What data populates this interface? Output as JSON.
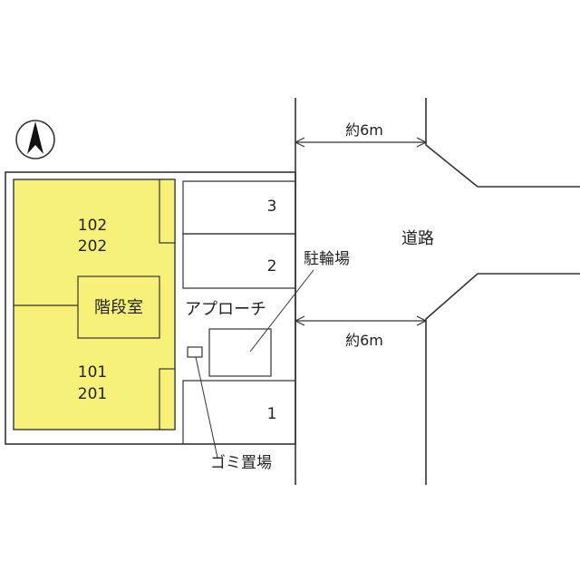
{
  "colors": {
    "unit_fill": "#f7f17a",
    "line": "#333333",
    "background": "#ffffff"
  },
  "compass": {
    "icon": "north-arrow-icon"
  },
  "units": {
    "north": [
      "102",
      "202"
    ],
    "south": [
      "101",
      "201"
    ]
  },
  "labels": {
    "stairwell": "階段室",
    "approach": "アプローチ",
    "bicycle_parking": "駐輪場",
    "garbage_area": "ゴミ置場",
    "road": "道路"
  },
  "parking": {
    "space_1": "1",
    "space_2": "2",
    "space_3": "3"
  },
  "dimensions": {
    "top": "約6m",
    "bottom": "約6m"
  }
}
